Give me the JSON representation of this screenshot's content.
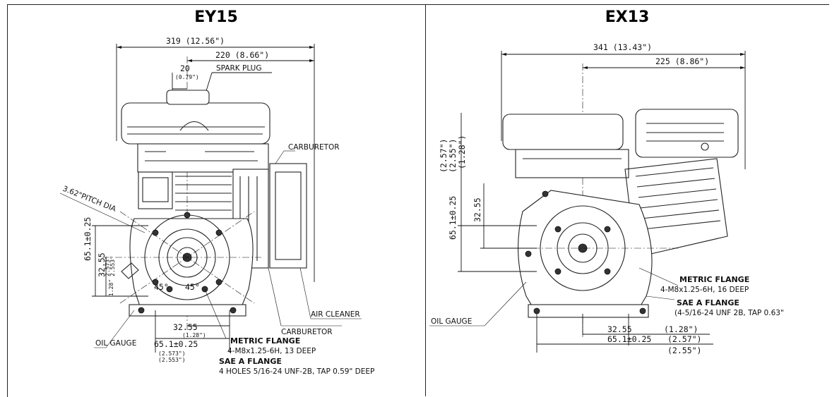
{
  "left": {
    "title": "EY15",
    "dims": {
      "overall": "319 (12.56\")",
      "to_center": "220 (8.66\")",
      "plug_offset": "20",
      "plug_offset_in": "(0.79\")",
      "pitch": "3.62\"PITCH DIA",
      "vert_65": "65.1±0.25",
      "vert_32": "32.55",
      "vert_65_in_a": "2.573\"",
      "vert_65_in_b": "2.553\"",
      "vert_32_in": "1.28\"",
      "bot_32": "32.55",
      "bot_32_in": "(1.28\")",
      "bot_65": "65.1±0.25",
      "bot_65_in_a": "(2.573\")",
      "bot_65_in_b": "(2.553\")",
      "angle_a": "45°",
      "angle_b": "45°"
    },
    "callouts": {
      "spark_plug": "SPARK PLUG",
      "air_cleaner": "AIR CLEANER",
      "carburetor": "CARBURETOR",
      "oil_gauge": "OIL GAUGE",
      "metric_flange": "METRIC FLANGE",
      "metric_spec": "4-M8x1.25-6H, 13 DEEP",
      "sae_flange": "SAE A FLANGE",
      "sae_spec": "4 HOLES 5/16-24 UNF-2B, TAP 0.59\" DEEP"
    }
  },
  "right": {
    "title": "EX13",
    "dims": {
      "overall": "341 (13.43\")",
      "to_center": "225 (8.86\")",
      "vert_in_a": "(2.57\")",
      "vert_in_b": "(2.55\")",
      "vert_in_c": "(1.28\")",
      "vert_65": "65.1±0.25",
      "vert_32": "32.55",
      "bot_32": "32.55",
      "bot_32_in": "(1.28\")",
      "bot_65": "65.1±0.25",
      "bot_65_in_a": "(2.57\")",
      "bot_65_in_b": "(2.55\")"
    },
    "callouts": {
      "metric_flange": "METRIC FLANGE",
      "metric_spec": "4-M8x1.25-6H, 16 DEEP",
      "sae_flange": "SAE A FLANGE",
      "sae_spec": "(4-5/16-24 UNF 2B, TAP 0.63\"",
      "oil_gauge": "OIL GAUGE"
    }
  }
}
